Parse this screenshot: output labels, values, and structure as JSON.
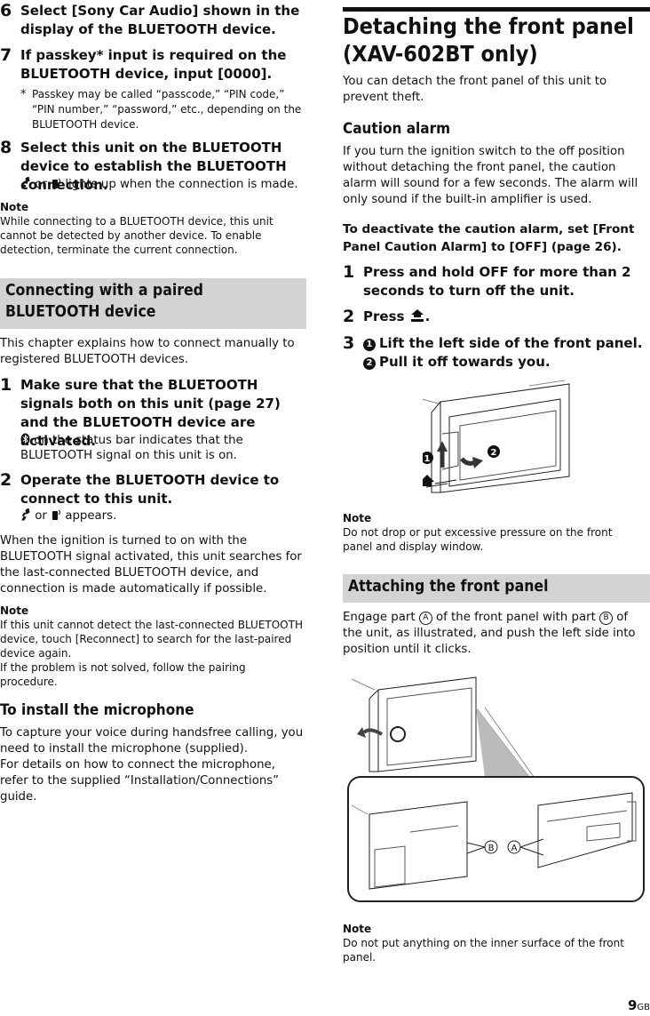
{
  "left": {
    "step6": {
      "num": "6",
      "text": "Select [Sony Car Audio] shown in the display of the BLUETOOTH device."
    },
    "step7": {
      "num": "7",
      "text": "If passkey* input is required on the BLUETOOTH device, input [0000]."
    },
    "footnote": {
      "mark": "*",
      "text": "Passkey may be called “passcode,” “PIN code,” “PIN number,” “password,” etc., depending on the BLUETOOTH device."
    },
    "step8": {
      "num": "8",
      "text": "Select this unit on the BLUETOOTH device to establish the BLUETOOTH connection.",
      "detail_or": "or",
      "detail_text": "lights up when the connection is made."
    },
    "note1": {
      "head": "Note",
      "text": "While connecting to a BLUETOOTH device, this unit cannot be detected by another device. To enable detection, terminate the current connection."
    },
    "section_heading": "Connecting with a paired BLUETOOTH device",
    "intro": "This chapter explains how to connect manually to registered BLUETOOTH devices.",
    "step1": {
      "num": "1",
      "text": "Make sure that the BLUETOOTH signals both on this unit (page 27) and the BLUETOOTH device are activated.",
      "detail": "on the status bar indicates that the BLUETOOTH signal on this unit is on."
    },
    "step2": {
      "num": "2",
      "text": "Operate the BLUETOOTH device to connect to this unit.",
      "detail_or": "or",
      "detail_text": "appears."
    },
    "para_ignition": "When the ignition is turned to on with the BLUETOOTH signal activated, this unit searches for the last-connected BLUETOOTH device, and connection is made automatically if possible.",
    "note2": {
      "head": "Note",
      "line1": "If this unit cannot detect the last-connected BLUETOOTH device, touch [Reconnect] to search for the last-paired device again.",
      "line2": "If the problem is not solved, follow the pairing procedure."
    },
    "mic_heading": "To install the microphone",
    "mic_line1": "To capture your voice during handsfree calling, you need to install the microphone (supplied).",
    "mic_line2": "For details on how to connect the microphone, refer to the supplied “Installation/Connections” guide."
  },
  "right": {
    "title": "Detaching the front panel (XAV-602BT only)",
    "intro": "You can detach the front panel of this unit to prevent theft.",
    "caution_heading": "Caution alarm",
    "caution_text": "If you turn the ignition switch to the off position without detaching the front panel, the caution alarm will sound for a few seconds. The alarm will only sound if the built-in amplifier is used.",
    "deactivate": "To deactivate the caution alarm, set [Front Panel Caution Alarm] to [OFF] (page 26).",
    "step1": {
      "num": "1",
      "text": "Press and hold OFF for more than 2 seconds to turn off the unit."
    },
    "step2": {
      "num": "2",
      "text": "Press"
    },
    "step3": {
      "num": "3",
      "mark1": "1",
      "line1": "Lift the left side of the front panel.",
      "mark2": "2",
      "line2": "Pull it off towards you."
    },
    "fig1_labels": {
      "a": "1",
      "b": "2"
    },
    "note1": {
      "head": "Note",
      "text": "Do not drop or put excessive pressure on the front panel and display window."
    },
    "attach_heading": "Attaching the front panel",
    "attach_text_a": "Engage part",
    "part_a": "A",
    "attach_text_b": "of the front panel with part",
    "part_b": "B",
    "attach_text_c": "of the unit, as illustrated, and push the left side into position until it clicks.",
    "fig2_labels": {
      "b": "B",
      "a": "A"
    },
    "note2": {
      "head": "Note",
      "text": "Do not put anything on the inner surface of the front panel."
    }
  },
  "footer": {
    "page": "9",
    "suffix": "GB"
  }
}
